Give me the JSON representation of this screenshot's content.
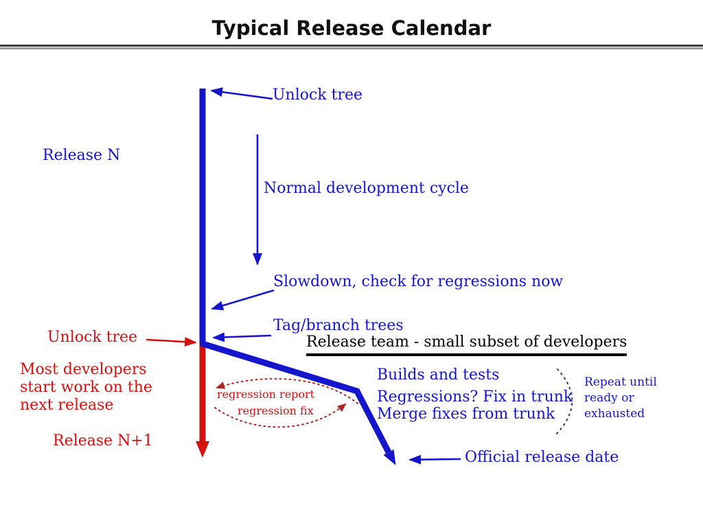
{
  "title": "Typical Release Calendar",
  "colors": {
    "blue": "#1515cc",
    "red": "#d41111",
    "black": "#000000",
    "dotted_red": "#b22222",
    "dotted_navy": "#333366"
  },
  "diagram": {
    "unlock_tree_top": "Unlock tree",
    "release_n": "Release N",
    "normal_dev_cycle": "Normal development cycle",
    "slowdown": "Slowdown, check for regressions now",
    "tag_branch": "Tag/branch trees",
    "release_team": "Release team - small subset of developers",
    "unlock_tree_bottom": "Unlock tree",
    "most_developers_lines": [
      "Most developers",
      "start work on the",
      "next release"
    ],
    "release_n_plus_1": "Release N+1",
    "builds_and_tests": "Builds and tests",
    "regressions_fix_in_trunk": "Regressions? Fix in trunk",
    "merge_fixes_from_trunk": "Merge fixes from trunk",
    "regression_report": "regression report",
    "regression_fix": "regression fix",
    "repeat_lines": [
      "Repeat until",
      "ready or",
      "exhausted"
    ],
    "official_release_date": "Official release date"
  }
}
